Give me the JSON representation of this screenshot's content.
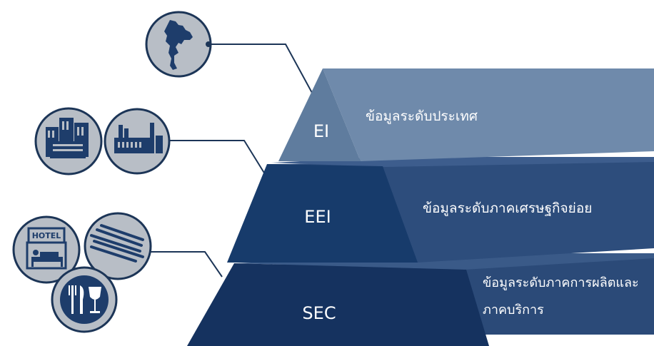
{
  "tiers": [
    {
      "label": "EI",
      "description": "ข้อมูลระดับประเทศ",
      "color": "#5f7c9e"
    },
    {
      "label": "EEI",
      "description": "ข้อมูลระดับภาคเศรษฐกิจย่อย",
      "color": "#173b6b"
    },
    {
      "label": "SEC",
      "description_line1": "ข้อมูลระดับภาคการผลิตและ",
      "description_line2": "ภาคบริการ",
      "color": "#15325f"
    }
  ],
  "icons": {
    "country": "thailand-map-icon",
    "sector_buildings": "city-buildings-icon",
    "sector_factory": "factory-icon",
    "hotel": "hotel-icon",
    "hotel_text": "HOTEL",
    "steel": "steel-bars-icon",
    "food": "fork-knife-glass-icon"
  },
  "colors": {
    "circle_fill": "#b8bec6",
    "circle_border": "#1c3557",
    "connector": "#1c3557"
  }
}
